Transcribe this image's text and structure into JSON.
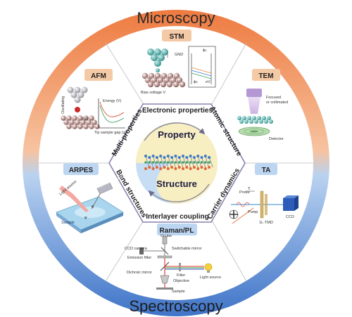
{
  "colors": {
    "ring_top": "#f0834a",
    "ring_bottom": "#4a7fd0",
    "tag_bg": "#f4c9a6",
    "tag_blue_bg": "#bcd6f2",
    "hex_border": "#7a6f9e",
    "yin_yellow": "#f8eec0",
    "yin_blue": "#c5dcf3"
  },
  "ring": {
    "top_label": "Microscopy",
    "bottom_label": "Spectroscopy"
  },
  "techniques": {
    "stm": {
      "tag": "STM",
      "labels": {
        "gnd": "GND",
        "bias": "Bias voltage V",
        "phi1": "ϕ₁",
        "phi2": "ϕ₂",
        "ev": "eV"
      }
    },
    "afm": {
      "tag": "AFM",
      "labels": {
        "energy": "Energy (V)",
        "oscillating": "Oscillating",
        "co": "CO",
        "tipgap": "Tip sample gap (z)"
      }
    },
    "tem": {
      "tag": "TEM",
      "labels": {
        "focused": "Focused",
        "collimated": "or collimated",
        "detector": "Detector"
      }
    },
    "arpes": {
      "tag": "ARPES",
      "labels": {
        "light": "Light source",
        "electron": "Electron analyzer",
        "sample": "Sample",
        "theta": "θ",
        "phi": "φ"
      }
    },
    "ta": {
      "tag": "TA",
      "labels": {
        "probe": "Probe",
        "tau": "τ",
        "pump": "Pump",
        "tmd": "1L-TMD",
        "ccd": "CCD"
      }
    },
    "raman": {
      "tag": "Raman/PL",
      "labels": {
        "ocular": "Ocular",
        "ccd_camera": "CCD camera",
        "switchable": "Switchable mirror",
        "emission": "Emission filter",
        "dichroic": "Dichroic mirror",
        "filter": "Filter",
        "light_source": "Light source",
        "objective": "Objective",
        "sample": "Sample"
      }
    }
  },
  "hexagon": {
    "top": "Electronic properties",
    "upper_right": "Atomic structure",
    "lower_right": "Carrier dynamics",
    "bottom": "Interlayer coupling",
    "lower_left": "Band structures",
    "upper_left": "Multi-properties"
  },
  "center": {
    "property": "Property",
    "structure": "Structure"
  }
}
